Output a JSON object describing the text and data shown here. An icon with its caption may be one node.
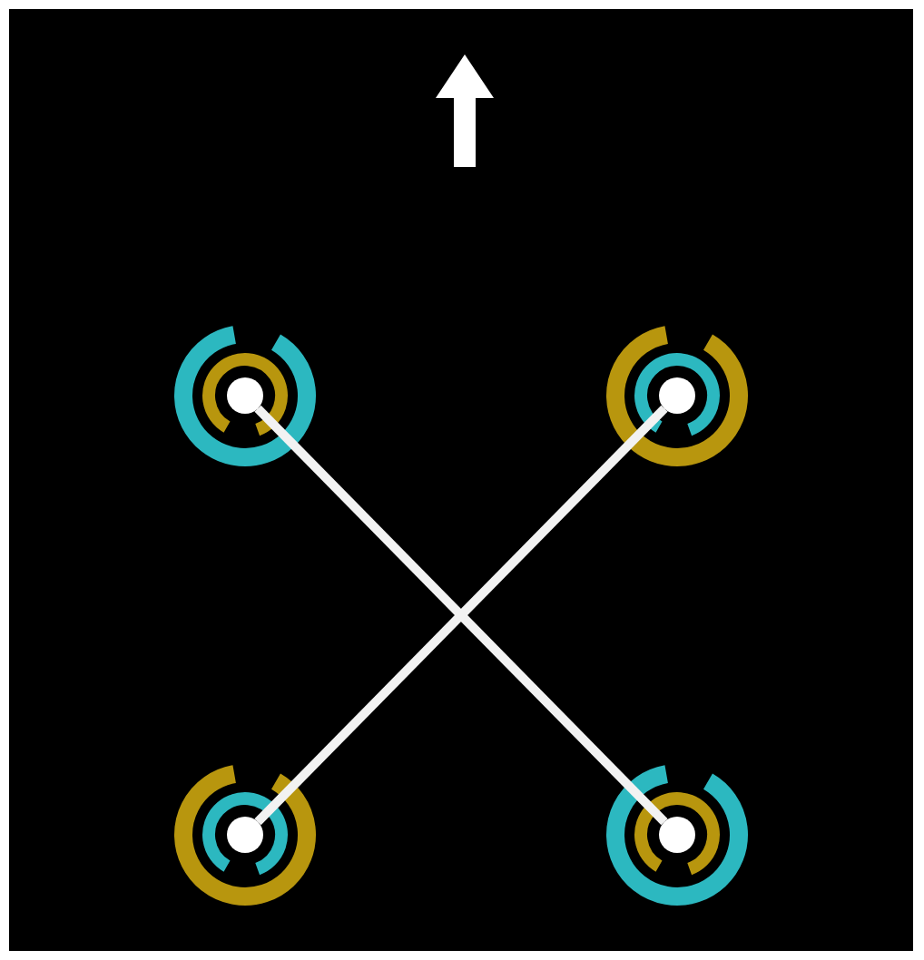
{
  "diagram": {
    "nodes": [
      {
        "text": [],
        "shape": "circle"
      },
      {
        "text": [],
        "shape": "circle"
      },
      {
        "text": [],
        "shape": "circle"
      },
      {
        "text": [],
        "shape": "circle"
      }
    ],
    "edges": [
      {
        "from": 0,
        "to": 3,
        "arrow": "none"
      },
      {
        "from": 1,
        "to": 2,
        "arrow": "none"
      }
    ]
  }
}
